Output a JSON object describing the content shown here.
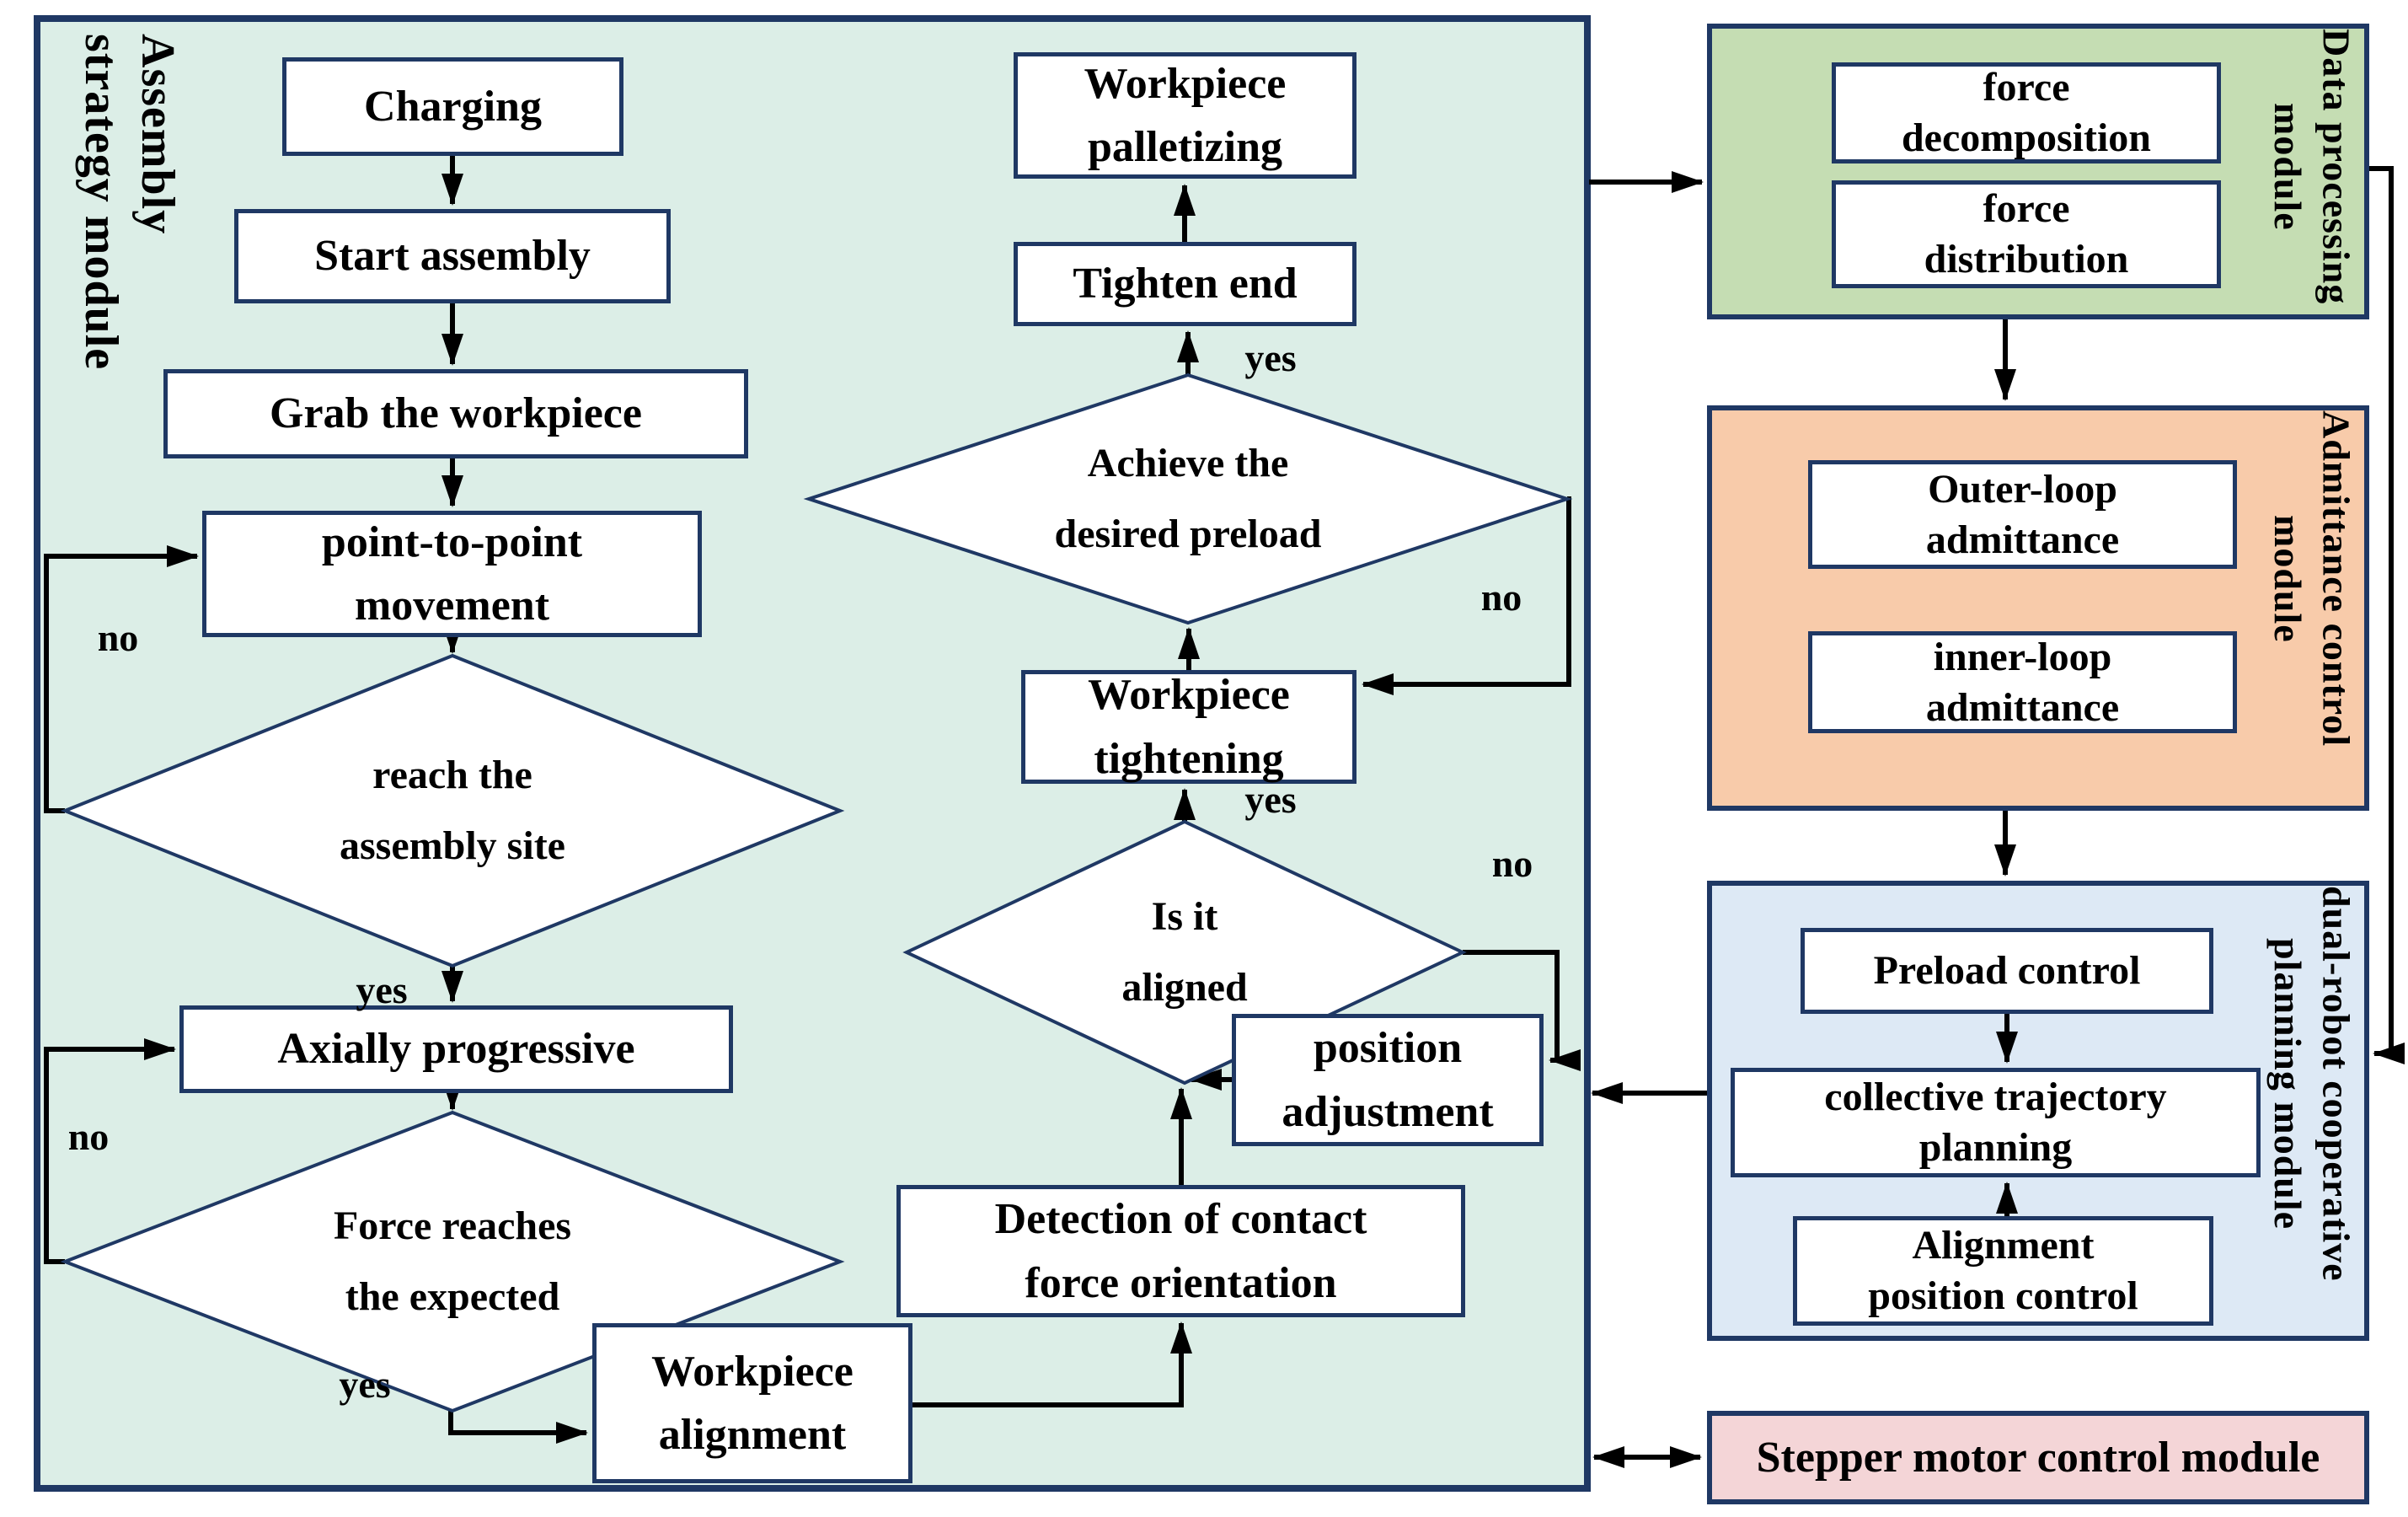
{
  "panel": {
    "label": "Assembly\nstrategy module"
  },
  "flow": {
    "charging": "Charging",
    "start_assembly": "Start assembly",
    "grab_workpiece": "Grab the workpiece",
    "point_to_point": "point-to-point\nmovement",
    "reach_site": "reach the\nassembly site",
    "axially": "Axially progressive",
    "force_reaches": "Force reaches\nthe expected",
    "workpiece_alignment": "Workpiece\nalignment",
    "detection": "Detection of contact\nforce orientation",
    "position_adjustment": "position\nadjustment",
    "is_aligned": "Is it\naligned",
    "workpiece_tightening": "Workpiece\ntightening",
    "achieve_preload": "Achieve the\ndesired preload",
    "tighten_end": "Tighten end",
    "palletizing": "Workpiece\npalletizing"
  },
  "branch_labels": {
    "yes": "yes",
    "no": "no"
  },
  "modules": {
    "data_processing": {
      "label": "Data processing\nmodule",
      "items": [
        "force\ndecomposition",
        "force\ndistribution"
      ]
    },
    "admittance": {
      "label": "Admittance control\nmodule",
      "items": [
        "Outer-loop\nadmittance",
        "inner-loop\nadmittance"
      ]
    },
    "dual_robot": {
      "label": "dual-robot cooperative\nplanning module",
      "items": [
        "Preload control",
        "collective trajectory\nplanning",
        "Alignment\nposition control"
      ]
    },
    "stepper": {
      "label": "Stepper motor control module"
    }
  },
  "colors": {
    "panel_bg": "#dceee7",
    "border_navy": "#1f3864",
    "data_processing_bg": "#c5ddb3",
    "admittance_bg": "#f8cbaa",
    "dual_robot_bg": "#dde9f5",
    "stepper_bg": "#f4d5d7",
    "arrow": "#000000"
  }
}
